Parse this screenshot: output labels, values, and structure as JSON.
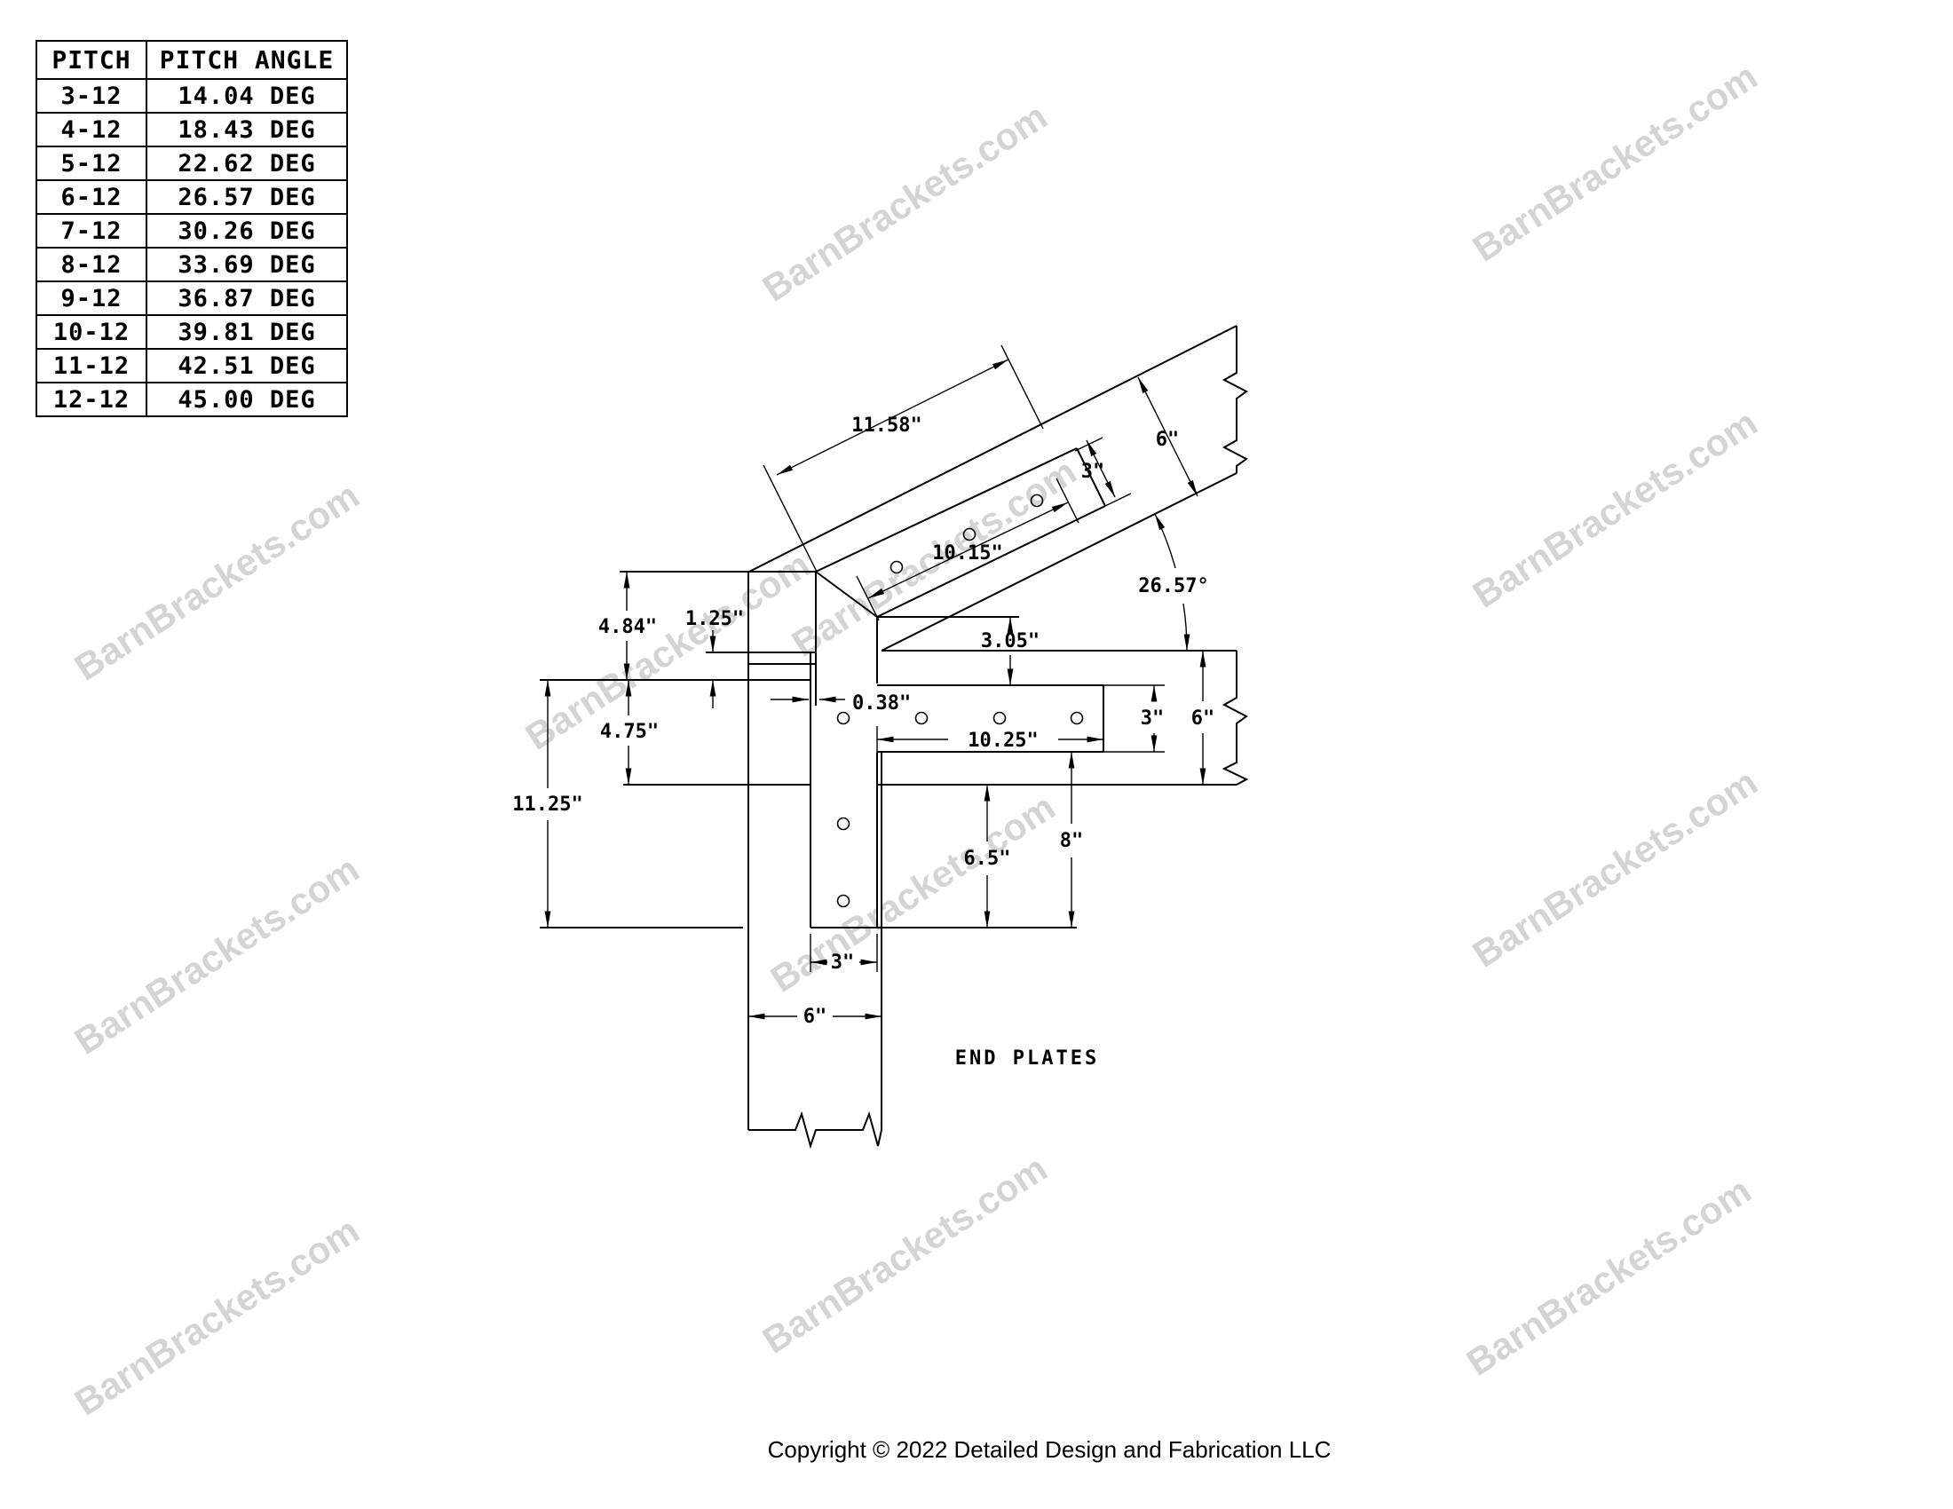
{
  "pitch_table": {
    "headers": [
      "PITCH",
      "PITCH ANGLE"
    ],
    "rows": [
      {
        "pitch": "3-12",
        "angle": "14.04 DEG"
      },
      {
        "pitch": "4-12",
        "angle": "18.43 DEG"
      },
      {
        "pitch": "5-12",
        "angle": "22.62 DEG"
      },
      {
        "pitch": "6-12",
        "angle": "26.57 DEG"
      },
      {
        "pitch": "7-12",
        "angle": "30.26 DEG"
      },
      {
        "pitch": "8-12",
        "angle": "33.69 DEG"
      },
      {
        "pitch": "9-12",
        "angle": "36.87 DEG"
      },
      {
        "pitch": "10-12",
        "angle": "39.81 DEG"
      },
      {
        "pitch": "11-12",
        "angle": "42.51 DEG"
      },
      {
        "pitch": "12-12",
        "angle": "45.00 DEG"
      }
    ]
  },
  "dimensions": {
    "rafter_plate_length_top": "11.58\"",
    "rafter_plate_holes": "10.15\"",
    "rafter_plate_width": "3\"",
    "rafter_beam_width": "6\"",
    "pitch_angle": "26.57°",
    "seat_offset": "3.05\"",
    "plate_edge_offset": "0.38\"",
    "beam_plate_length": "10.25\"",
    "beam_plate_width": "3\"",
    "beam_height": "6\"",
    "post_plate_upper": "4.84\"",
    "post_plate_lower": "4.75\"",
    "post_plate_total": "11.25\"",
    "plate_lip": "1.25\"",
    "leg_drop_inner": "6.5\"",
    "leg_drop_outer": "8\"",
    "leg_width_bottom": "3\"",
    "post_width": "6\""
  },
  "labels": {
    "drawing_title": "END PLATES"
  },
  "watermark": {
    "text": "BarnBrackets.com"
  },
  "footer": {
    "copyright": "Copyright © 2022 Detailed Design and Fabrication LLC"
  }
}
